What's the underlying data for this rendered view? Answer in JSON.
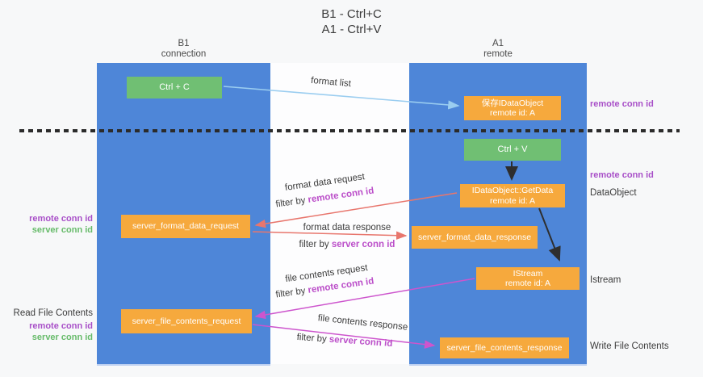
{
  "title": {
    "line1": "B1 - Ctrl+C",
    "line2": "A1 - Ctrl+V"
  },
  "lanes": {
    "left": {
      "name": "B1",
      "role": "connection"
    },
    "right": {
      "name": "A1",
      "role": "remote"
    }
  },
  "boxes": {
    "ctrl_c": {
      "label": "Ctrl + C"
    },
    "ctrl_v": {
      "label": "Ctrl + V"
    },
    "save_dataobject": {
      "line1": "保存IDataObject",
      "line2": "remote id: A"
    },
    "getdata": {
      "line1": "IDataObject::GetData",
      "line2": "remote id: A"
    },
    "format_request": {
      "label": "server_format_data_request"
    },
    "format_response": {
      "label": "server_format_data_response"
    },
    "istream": {
      "line1": "IStream",
      "line2": "remote id: A"
    },
    "file_request": {
      "label": "server_file_contents_request"
    },
    "file_response": {
      "label": "server_file_contents_response"
    }
  },
  "flows": {
    "format_list": {
      "label": "format list"
    },
    "format_request": {
      "label": "format data request",
      "filter_prefix": "filter by ",
      "filter_key": "remote conn id"
    },
    "format_response": {
      "label": "format data response",
      "filter_prefix": "filter by ",
      "filter_key": "server conn id"
    },
    "file_request": {
      "label": "file contents request",
      "filter_prefix": "filter by ",
      "filter_key": "remote conn id"
    },
    "file_response": {
      "label": "file contents response",
      "filter_prefix": "filter by ",
      "filter_key": "server conn id"
    }
  },
  "side_labels": {
    "left": [
      {
        "text": "remote conn id"
      },
      {
        "text": "server conn id"
      },
      {
        "text": "Read File Contents"
      },
      {
        "text": "remote conn id"
      },
      {
        "text": "server conn id"
      }
    ],
    "right": [
      {
        "text": "remote conn id"
      },
      {
        "text": "remote conn id"
      },
      {
        "text": "DataObject"
      },
      {
        "text": "Istream"
      },
      {
        "text": "Write File Contents"
      }
    ]
  },
  "colors": {
    "lane_blue": "#4e86d8",
    "box_green": "#70bf73",
    "box_orange": "#f6a93d",
    "label_purple": "#a84fc8",
    "label_green": "#67bb6a",
    "filter_magenta": "#bb4ec9",
    "arrow_red": "#e8766d",
    "arrow_magenta": "#cd55cd",
    "arrow_blue": "#9acdf0",
    "arrow_black": "#2e2e2e"
  }
}
